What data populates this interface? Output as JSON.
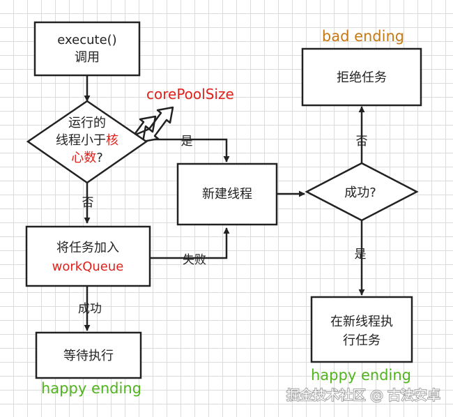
{
  "nodes": {
    "execute": {
      "line1": "execute()",
      "line2": "调用"
    },
    "decision_core": {
      "line1": "运行的",
      "line2_pre": "线程小于",
      "line2_red": "核",
      "line3_red": "心数",
      "line3_post": "?"
    },
    "core_pool_label": "corePoolSize",
    "enqueue": {
      "line1": "将任务加入",
      "line2": "workQueue"
    },
    "wait": "等待执行",
    "new_thread": "新建线程",
    "success_q": "成功?",
    "reject": "拒绝任务",
    "run_in_new": {
      "line1": "在新线程执",
      "line2": "行任务"
    }
  },
  "edges": {
    "yes_core": "是",
    "no_core": "否",
    "fail": "失败",
    "success_wait": "成功",
    "no_success": "否",
    "yes_success": "是"
  },
  "endings": {
    "bad": "bad ending",
    "happy_left": "happy ending",
    "happy_right": "happy ending"
  },
  "watermark": "掘金技术社区 @ 古法安卓",
  "colors": {
    "highlight": "#e0211b",
    "bad": "#c77a13",
    "happy": "#50b41e"
  }
}
